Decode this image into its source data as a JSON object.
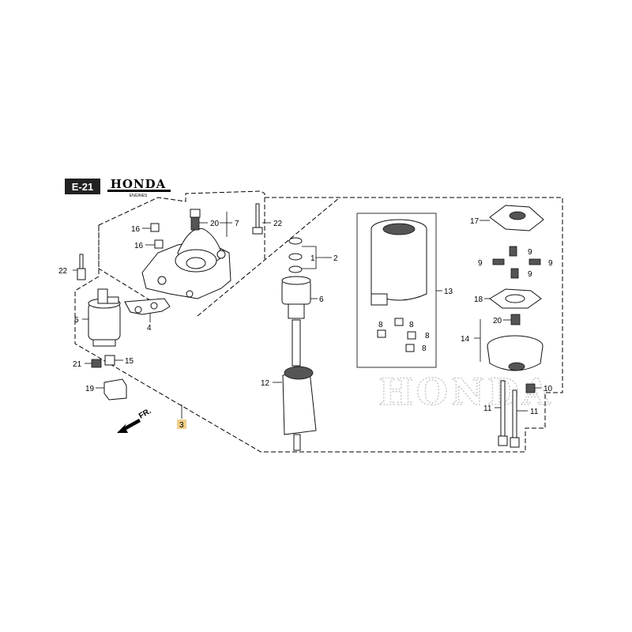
{
  "header": {
    "page_code": "E-21",
    "brand": "HONDA",
    "brand_sub": "ENGINES"
  },
  "watermark": "HONDA",
  "direction": "FR.",
  "callouts": {
    "c1": "1",
    "c2": "2",
    "c3": "3",
    "c4": "4",
    "c5": "5",
    "c6": "6",
    "c7": "7",
    "c8a": "8",
    "c8b": "8",
    "c8c": "8",
    "c8d": "8",
    "c9a": "9",
    "c9b": "9",
    "c9c": "9",
    "c9d": "9",
    "c10": "10",
    "c11a": "11",
    "c11b": "11",
    "c12": "12",
    "c13": "13",
    "c14": "14",
    "c15": "15",
    "c16a": "16",
    "c16b": "16",
    "c17": "17",
    "c18": "18",
    "c19": "19",
    "c20a": "20",
    "c20b": "20",
    "c21": "21",
    "c22a": "22",
    "c22b": "22"
  },
  "colors": {
    "page_badge_bg": "#222222",
    "callout_3_highlight": "#f2d08a",
    "watermark": "#c8c8c8"
  }
}
